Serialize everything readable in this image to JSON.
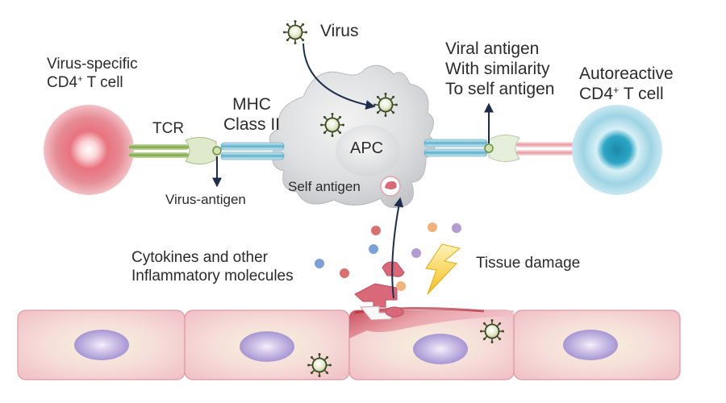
{
  "labels": {
    "virus_specific_line1": "Virus-specific",
    "virus_specific_line2_prefix": "CD4",
    "virus_specific_line2_sup": "+",
    "virus_specific_line2_suffix": " T cell",
    "tcr": "TCR",
    "mhc_line1": "MHC",
    "mhc_line2": "Class II",
    "virus": "Virus",
    "apc": "APC",
    "self_antigen": "Self antigen",
    "virus_antigen": "Virus-antigen",
    "viral_antigen_line1": "Viral antigen",
    "viral_antigen_line2": "With similarity",
    "viral_antigen_line3": "To self antigen",
    "autoreactive_line1": "Autoreactive",
    "autoreactive_line2_prefix": "CD4",
    "autoreactive_line2_sup": "+",
    "autoreactive_line2_suffix": " T cell",
    "cytokines_line1": "Cytokines and other",
    "cytokines_line2": "Inflammatory molecules",
    "tissue_damage": "Tissue damage"
  },
  "colors": {
    "virus_specific_cell": "#e8737e",
    "autoreactive_cell": "#7cc6dc",
    "apc_body": "#d7d8da",
    "tcr_green": "#8cb05a",
    "mhc_blue": "#6eb4cc",
    "epithelium": "#f2c9ce",
    "nucleus": "#b4a6d8",
    "lightning": "#f4c430",
    "arrow": "#1f2d4d"
  },
  "icons": [
    "virus-icon",
    "lightning-icon",
    "arrow-icon"
  ]
}
